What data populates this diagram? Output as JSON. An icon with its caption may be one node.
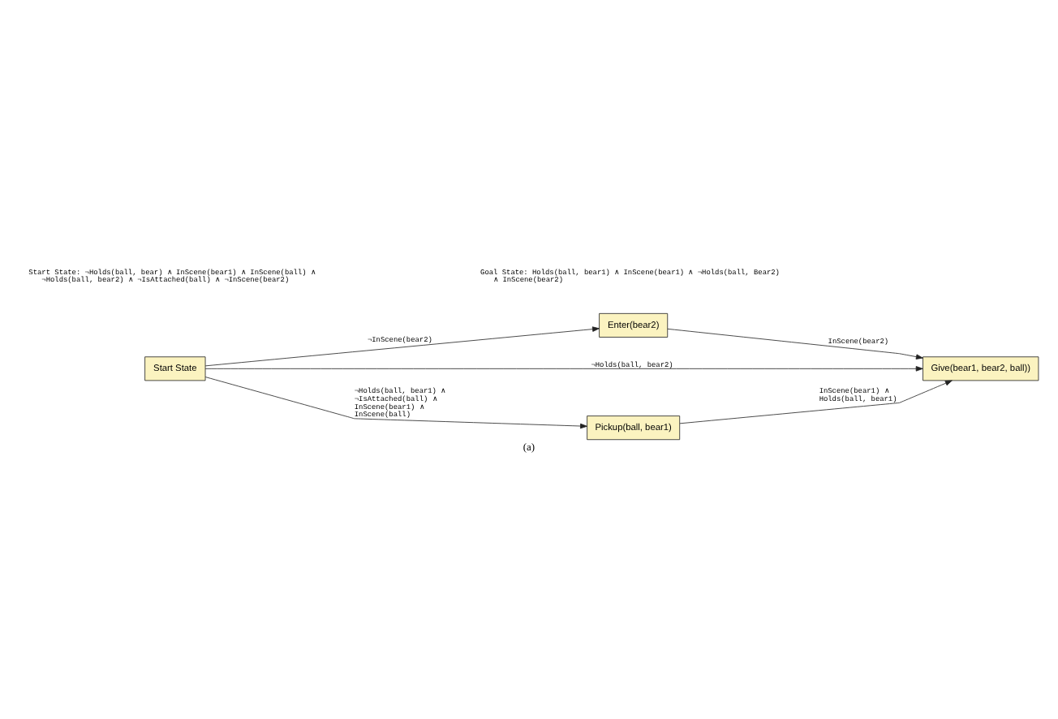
{
  "diagram": {
    "caption": "(a)",
    "nodes": [
      {
        "text": [
          "Start State"
        ]
      },
      {
        "text": [
          "Enter(bear2)"
        ]
      },
      {
        "text": [
          "Give(bear1, bear2, ball))"
        ]
      },
      {
        "text": [
          "Pickup(ball, bear1)"
        ]
      }
    ],
    "edges": [
      {
        "from": 0,
        "to": 1,
        "arrow": "to",
        "label": "¬InScene(bear2)"
      },
      {
        "from": 1,
        "to": 2,
        "arrow": "to",
        "label": "InScene(bear2)"
      },
      {
        "from": 0,
        "to": 2,
        "arrow": "to",
        "label": "¬Holds(ball, bear2)"
      },
      {
        "from": 0,
        "to": 3,
        "arrow": "to",
        "label": "¬Holds(ball, bear1) ∧ ¬IsAttached(ball) ∧ InScene(bear1) ∧ InScene(ball)"
      },
      {
        "from": 3,
        "to": 2,
        "arrow": "to",
        "label": "InScene(bear1) ∧ Holds(ball, bear1)"
      }
    ],
    "labels": [
      "Start State: ¬Holds(ball, bear) ∧ InScene(bear1) ∧ InScene(ball) ∧ ¬Holds(ball, bear2) ∧ ¬IsAttached(ball) ∧ ¬InScene(bear2)",
      "Goal State: Holds(ball, bear1) ∧ InScene(bear1) ∧ ¬Holds(ball, Bear2) ∧ InScene(bear2)"
    ]
  }
}
